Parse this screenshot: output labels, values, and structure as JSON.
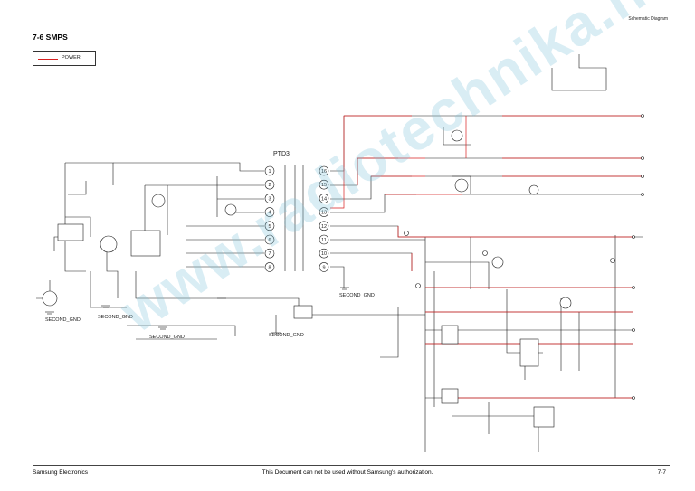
{
  "header": {
    "right_label": "Schematic Diagram"
  },
  "section": {
    "title": "7-6  SMPS"
  },
  "legend": {
    "label": "POWER",
    "color": "#d82020"
  },
  "transformer": {
    "label": "PTD3",
    "primary_pins": [
      "1",
      "2",
      "3",
      "4",
      "5",
      "6",
      "7",
      "8"
    ],
    "secondary_pins": [
      "16",
      "15",
      "14",
      "13",
      "12",
      "11",
      "10",
      "9"
    ]
  },
  "ground_labels": [
    "SECOND_GND",
    "SECOND_GND",
    "SECOND_GND",
    "SECOND_GND",
    "SECOND_GND"
  ],
  "watermark": {
    "text": "www.radiotechnika.net"
  },
  "footer": {
    "left": "Samsung Electronics",
    "center": "This Document can not be used without Samsung's authorization.",
    "right": "7-7"
  },
  "colors": {
    "power_line": "#d82020",
    "wire": "#1a1a1a"
  }
}
